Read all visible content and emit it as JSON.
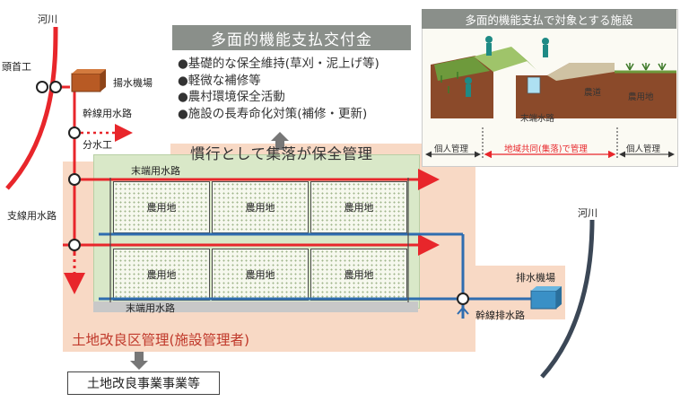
{
  "rivers": {
    "left": "河川",
    "right": "河川"
  },
  "facilities": {
    "headworks": "頭首工",
    "pump_station_intake": "揚水機場",
    "trunk_canal": "幹線用水路",
    "diversion_works": "分水工",
    "branch_canal": "支線用水路",
    "terminal_canal_top": "末端用水路",
    "terminal_canal_bottom": "末端用水路",
    "drainage_pump_station": "排水機場",
    "trunk_drain": "幹線排水路"
  },
  "fields": [
    "農用地",
    "農用地",
    "農用地",
    "農用地",
    "農用地",
    "農用地"
  ],
  "program": {
    "title": "多面的機能支払交付金",
    "items": [
      "●基礎的な保全維持(草刈・泥上げ等)",
      "●軽微な補修等",
      "●農村環境保全活動",
      "●施設の長寿命化対策(補修・更新)"
    ]
  },
  "community_management": "慣行として集落が保全管理",
  "land_district": "土地改良区管理(施設管理者)",
  "land_project": "土地改良事業事業等",
  "inset": {
    "title": "多面的機能支払で対象とする施設",
    "road": "農道",
    "farmland": "農用地",
    "terminal_canal": "末端水路",
    "private_left": "個人管理",
    "community": "地域共同(集落)で管理",
    "private_right": "個人管理"
  },
  "colors": {
    "canal": "#e8262b",
    "drain": "#2f6db0",
    "district_area": "#f8d9c5",
    "village_area": "#d9e8c8",
    "river": "#3b4756"
  }
}
